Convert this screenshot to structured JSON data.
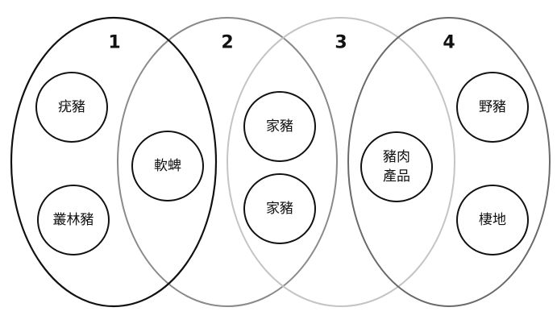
{
  "groups": [
    {
      "number": "1",
      "color": "#111111"
    },
    {
      "number": "2",
      "color": "#8a8a8a"
    },
    {
      "number": "3",
      "color": "#c4c4c4"
    },
    {
      "number": "4",
      "color": "#6a6a6a"
    }
  ],
  "nodes": [
    {
      "label": "疣豬"
    },
    {
      "label": "叢林豬"
    },
    {
      "label": "軟蜱"
    },
    {
      "label": "家豬"
    },
    {
      "label": "家豬"
    },
    {
      "label": "豬肉",
      "label2": "產品"
    },
    {
      "label": "野豬"
    },
    {
      "label": "棲地"
    }
  ]
}
